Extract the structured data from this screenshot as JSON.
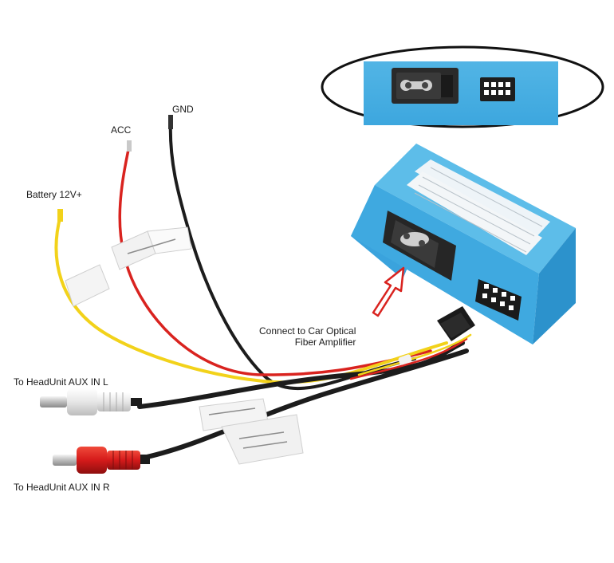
{
  "image": {
    "labels": {
      "gnd": "GND",
      "acc": "ACC",
      "battery": "Battery 12V+",
      "connect_line1": "Connect to Car Optical",
      "connect_line2": "Fiber Amplifier",
      "aux_in_l": "To HeadUnit AUX IN L",
      "aux_in_r": "To HeadUnit AUX IN R"
    },
    "colors": {
      "module_blue": "#3fa9e0",
      "module_blue_dark": "#2b8cc4",
      "module_blue_light": "#6cc3ee",
      "wire_red": "#d9231f",
      "wire_yellow": "#f2d21a",
      "wire_black": "#1c1c1c",
      "rca_white": "#f2f2f2",
      "rca_red": "#d51a1a",
      "arrow_red": "#d9231f"
    }
  }
}
